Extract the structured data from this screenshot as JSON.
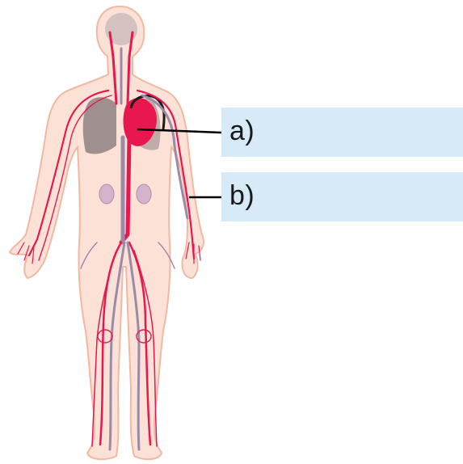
{
  "labels": [
    {
      "id": "a",
      "text": "a)"
    },
    {
      "id": "b",
      "text": "b)"
    }
  ],
  "colors": {
    "body_fill": "#fbe1d6",
    "body_outline": "#f2b8a2",
    "artery": "#e8174f",
    "vein": "#9b8aa8",
    "heart": "#e8174f",
    "lung": "#8f8083",
    "kidney": "#d6b3cc",
    "box_fill": "#d6eaf8",
    "leader_line": "#000000"
  },
  "icons": [
    "human-body-illustration",
    "heart-icon",
    "lungs-icon",
    "kidney-icon"
  ]
}
